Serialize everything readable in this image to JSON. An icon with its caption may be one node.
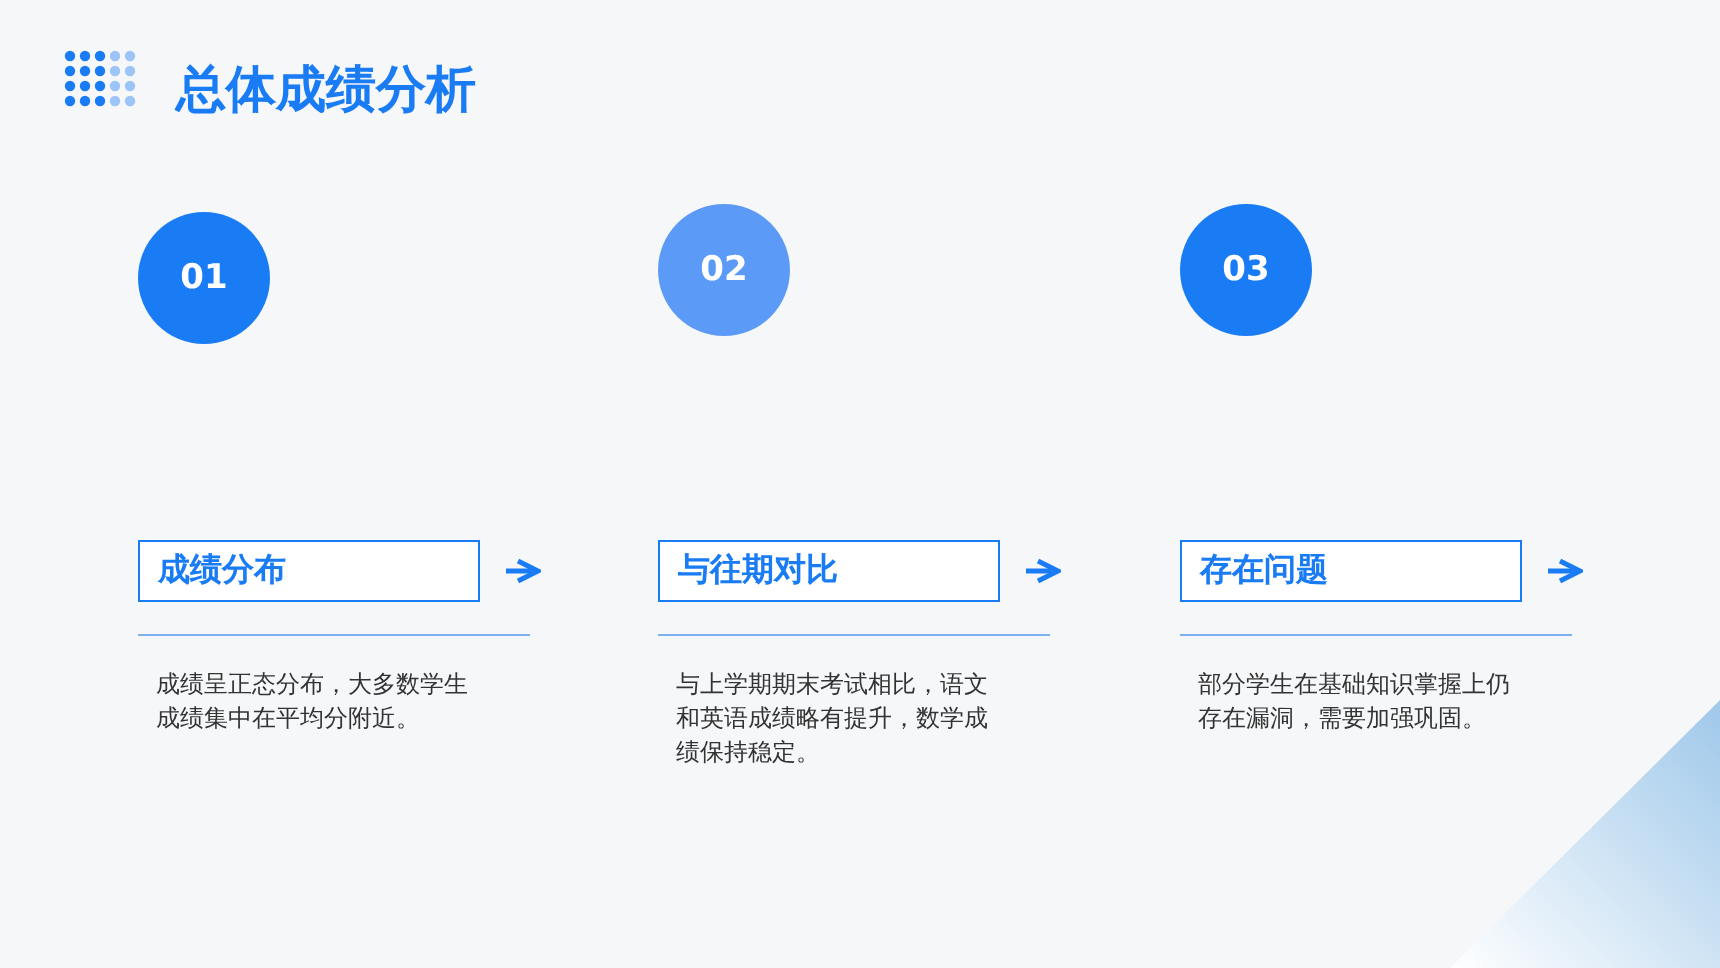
{
  "diagram": {
    "title": "总体成绩分析",
    "nodes": [
      {
        "text": [
          "01"
        ]
      },
      {
        "text": [
          "02"
        ]
      },
      {
        "text": [
          "03"
        ]
      },
      {
        "text": [
          "成绩分布"
        ],
        "beside": [
          "成绩呈正态分布，大多数学生成绩集中在平均分附近。"
        ]
      },
      {
        "text": [
          "与往期对比"
        ],
        "beside": [
          "与上学期期末考试相比，语文和英语成绩略有提升，数学成绩保持稳定。"
        ]
      },
      {
        "text": [
          "存在问题"
        ],
        "beside": [
          "部分学生在基础知识掌握上仍存在漏洞，需要加强巩固。"
        ]
      }
    ]
  }
}
